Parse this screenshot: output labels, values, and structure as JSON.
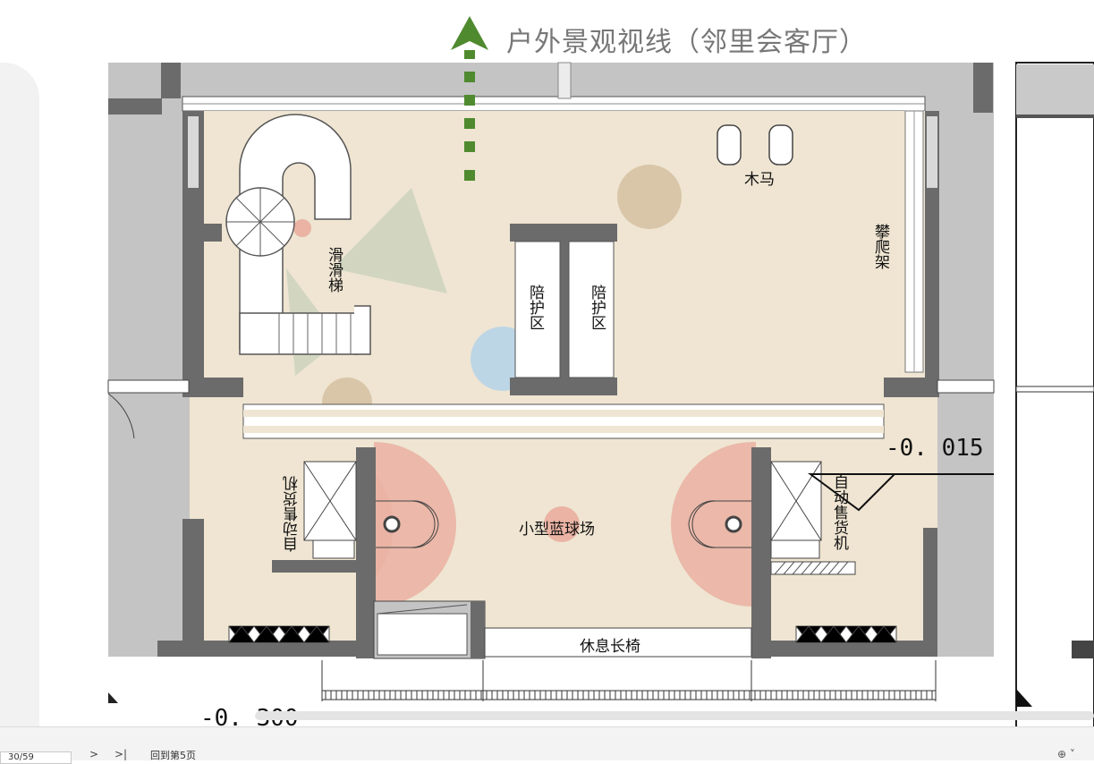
{
  "plan": {
    "title": "户外景观视线（邻里会客厅）",
    "elevation_a": "-0. 015",
    "elevation_b": "-0. 300",
    "labels": {
      "horse": "木马",
      "slide": "滑滑梯",
      "climb": "攀爬架",
      "escort_left": "陪护区",
      "escort_right": "陪护区",
      "vending_left": "自动售货机",
      "vending_right": "自动售货机",
      "basketball": "小型蓝球场",
      "bench": "休息长椅"
    },
    "colors": {
      "floor": "#efe5d2",
      "wall": "#6b6b6b",
      "outer": "#c4c4c4",
      "arrow": "#4f8a2f",
      "court": "#eab3a4",
      "circle_blue": "#bdd6e6",
      "circle_brown": "#d9c6a8",
      "triangle": "#ccd4bd"
    }
  },
  "viewer": {
    "page_indicator": "30/59",
    "next_label": ">",
    "last_label": ">|",
    "goto_label": "回到第5页",
    "zoom_icon": "zoom-icon"
  }
}
